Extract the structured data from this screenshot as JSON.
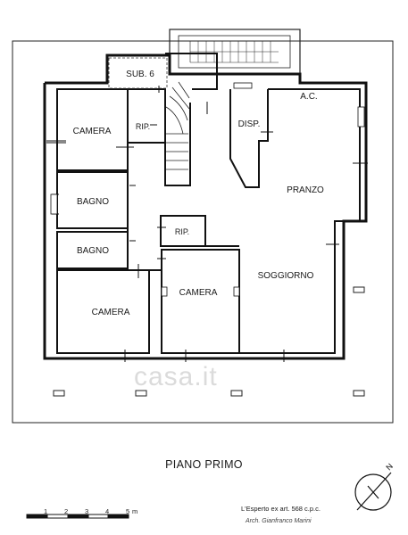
{
  "rooms": {
    "sub6": "SUB. 6",
    "rip_top": "RIP.",
    "camera_top": "CAMERA",
    "bagno_1": "BAGNO",
    "bagno_2": "BAGNO",
    "camera_bottom_left": "CAMERA",
    "camera_center": "CAMERA",
    "rip_center": "RIP.",
    "disp": "DISP.",
    "ac": "A.C.",
    "pranzo": "PRANZO",
    "soggiorno": "SOGGIORNO"
  },
  "title": "PIANO PRIMO",
  "credit": {
    "line1": "L'Esperto ex art. 568 c.p.c.",
    "line2": "Arch. Gianfranco Marini"
  },
  "scale": {
    "ticks": [
      "1",
      "2",
      "3",
      "4",
      "5"
    ],
    "unit": "m"
  },
  "north_label": "N",
  "watermark": "casa.it"
}
